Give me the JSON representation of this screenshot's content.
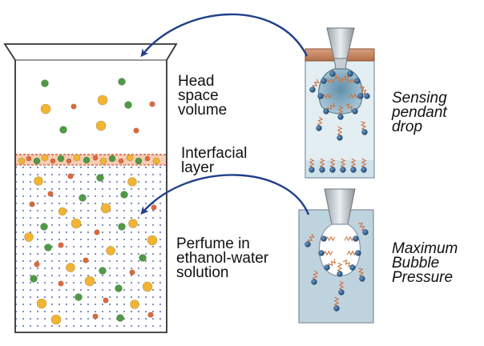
{
  "colors": {
    "yellow": "#f2b431",
    "green": "#4f9a45",
    "orange": "#e0693a",
    "ball": "#2f5f8f",
    "tail": "#c9733e",
    "arrow": "#22408a",
    "liquid_box": "#d3e2ea"
  },
  "labels": {
    "headspace": [
      "Head",
      "space",
      "volume"
    ],
    "interfacial": [
      "Interfacial",
      "layer"
    ],
    "perfume": [
      "Perfume in",
      "ethanol-water",
      "solution"
    ],
    "pendant": [
      "Sensing",
      "pendant",
      "drop"
    ],
    "bubble": [
      "Maximum",
      "Bubble",
      "Pressure"
    ]
  },
  "icons": {
    "beaker": "beaker-icon",
    "pendant_apparatus": "pendant-drop-apparatus-icon",
    "bubble_apparatus": "bubble-pressure-apparatus-icon",
    "arrows": "curved-arrow-icon"
  }
}
